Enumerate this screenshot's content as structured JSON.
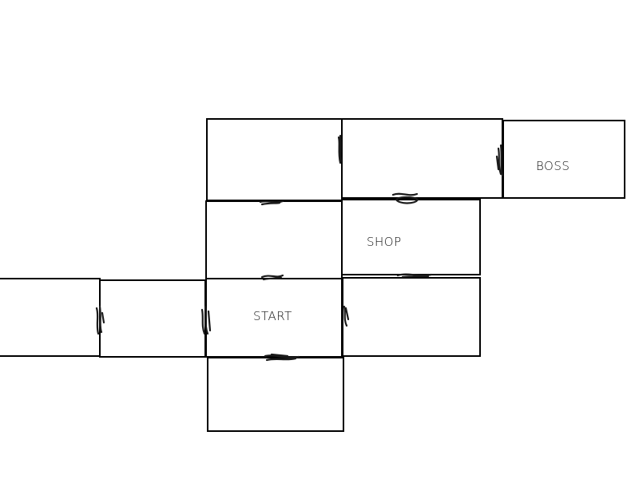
{
  "dungeon_map": {
    "rooms": [
      {
        "id": "room-top-left",
        "label": ""
      },
      {
        "id": "room-top-middle",
        "label": ""
      },
      {
        "id": "room-boss",
        "label": "BOSS"
      },
      {
        "id": "room-north-of-start",
        "label": ""
      },
      {
        "id": "room-shop",
        "label": "SHOP"
      },
      {
        "id": "room-far-west",
        "label": ""
      },
      {
        "id": "room-west",
        "label": ""
      },
      {
        "id": "room-start",
        "label": "START"
      },
      {
        "id": "room-east-of-start",
        "label": ""
      },
      {
        "id": "room-south-of-start",
        "label": ""
      }
    ],
    "line_color": "#000000",
    "background_color": "#ffffff"
  }
}
